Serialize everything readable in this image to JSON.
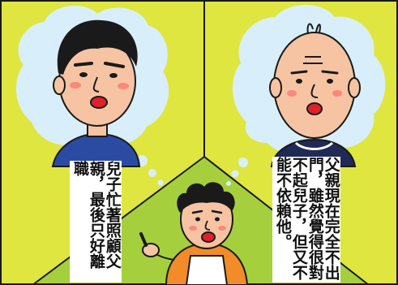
{
  "colors": {
    "background_yellow": "#dfe640",
    "floor_green": "#a6cf3e",
    "outline": "#1a1a1a",
    "thought_bubble": "#d9eefb",
    "skin": "#f6c4a2",
    "blue_shirt": "#2b4ba3",
    "navy_shirt": "#1f2a55",
    "orange_shirt": "#f28c28",
    "apron": "#ffffff"
  },
  "characters": {
    "left_son": "son-with-dark-hair",
    "right_father": "bald-father",
    "center_mother": "curly-haired-mother-pointing"
  },
  "captions": {
    "left": "兒子忙著照顧父親，最後只好離職",
    "right": "父親現在完全不出門，雖然覺得很對不起兒子，但又不能不依賴他。"
  }
}
